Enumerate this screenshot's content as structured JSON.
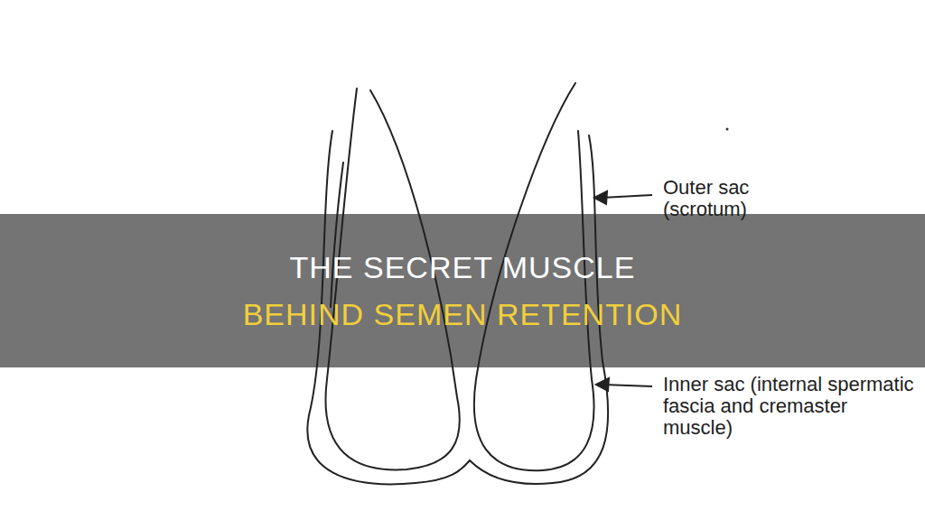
{
  "diagram": {
    "nodes": [
      {
        "text": [
          "THE SECRET MUSCLE",
          "BEHIND SEMEN RETENTION"
        ]
      }
    ],
    "labels": [
      "Outer sac (scrotum)",
      "Inner sac (internal spermatic fascia and cremaster muscle)"
    ]
  }
}
